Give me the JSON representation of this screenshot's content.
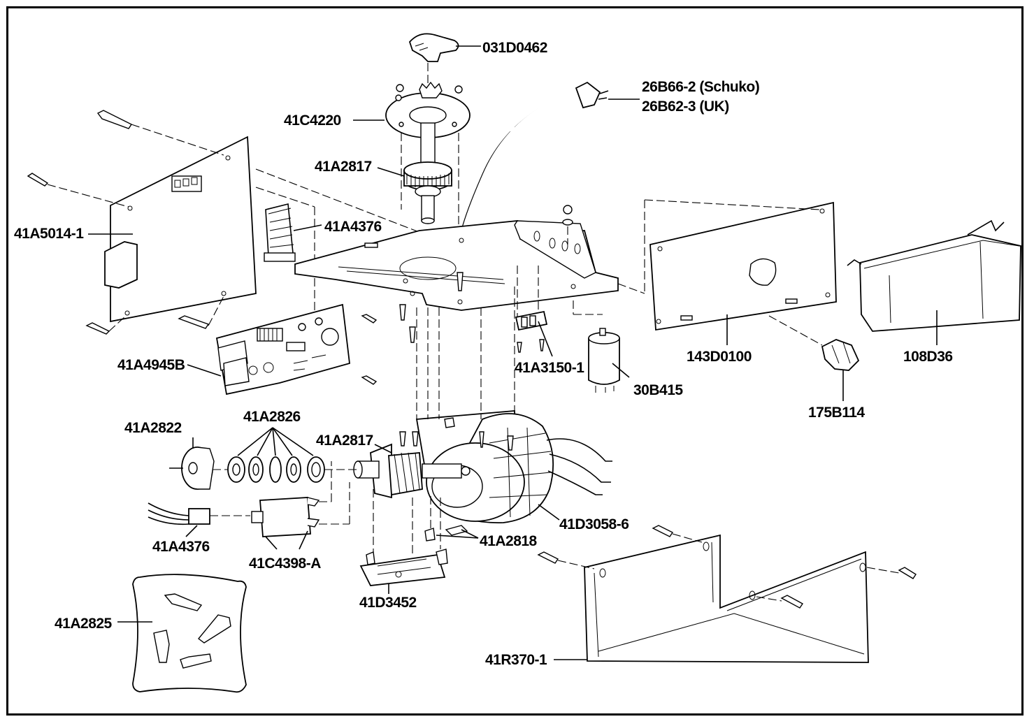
{
  "diagram": {
    "parts": {
      "p031D0462": "031D0462",
      "p26B66_2": "26B66-2 (Schuko)",
      "p26B62_3": "26B62-3 (UK)",
      "p41C4220": "41C4220",
      "p41A2817_top": "41A2817",
      "p41A5014_1": "41A5014-1",
      "p41A4376_top": "41A4376",
      "p41A4945B": "41A4945B",
      "p41A3150_1": "41A3150-1",
      "p30B415": "30B415",
      "p143D0100": "143D0100",
      "p108D36": "108D36",
      "p175B114": "175B114",
      "p41A2822": "41A2822",
      "p41A2826": "41A2826",
      "p41A2817_mid": "41A2817",
      "p41D3058_6": "41D3058-6",
      "p41A2818": "41A2818",
      "p41A4376_bot": "41A4376",
      "p41C4398_A": "41C4398-A",
      "p41D3452": "41D3452",
      "p41A2825": "41A2825",
      "p41R370_1": "41R370-1"
    }
  }
}
